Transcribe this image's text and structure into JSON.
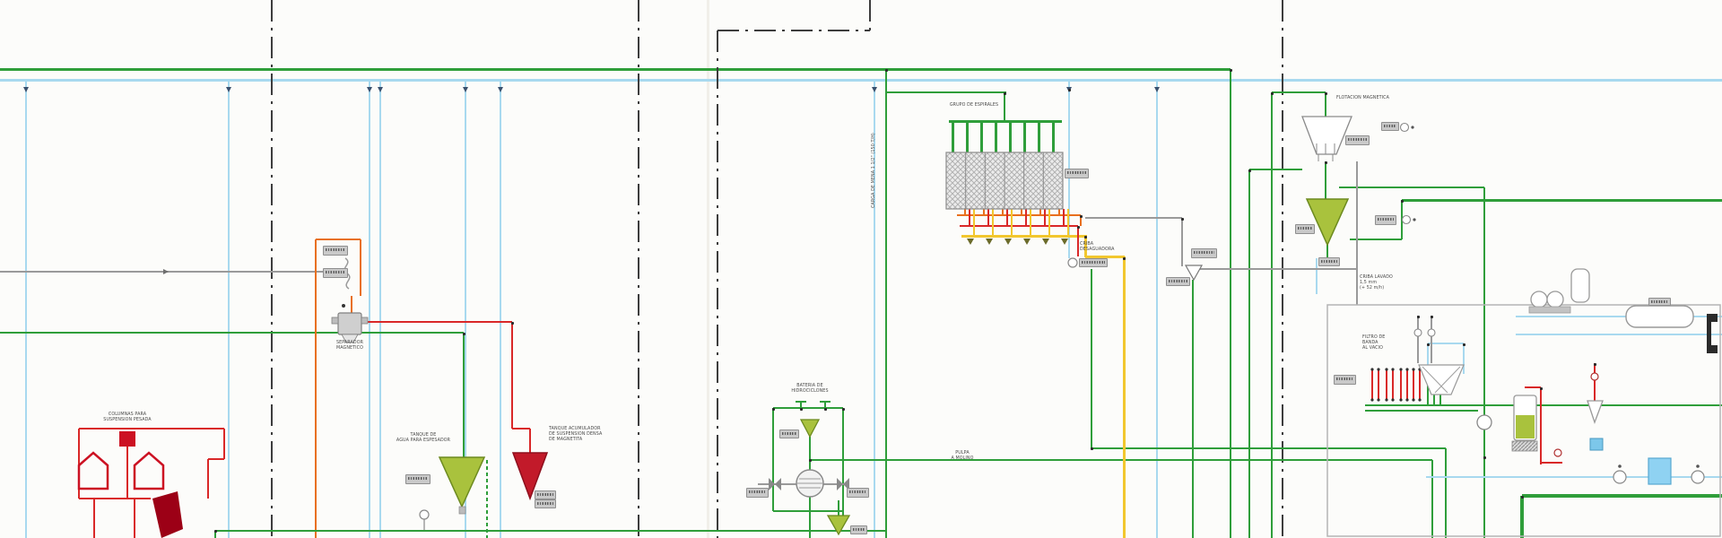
{
  "diagram": {
    "labels": {
      "grupo": "GRUPO DE ESPIRALES",
      "riser": "CARGA DE MENA  1 1/2\" (150 T/H)",
      "separador": "SEPARADOR\nMAGNETICO",
      "tanque_agua": "TANQUE DE\nAGUA PARA ESPESADOR",
      "tanque_acum": "TANQUE ACUMULADOR\nDE SUSPENSION DENSA\nDE MAGNETITA",
      "columnas": "COLUMNAS PARA\nSUSPENSION PESADA",
      "bateria": "BATERIA DE\nHIDROCICLONES",
      "flotacion": "FLOTACION MAGNETICA",
      "criba_lavado": "CRIBA LAVADO\n1,5 mm\n(+ 52 m/h)",
      "filtro": "FILTRO DE\nBANDA\nAL VACIO",
      "criba_desag": "CRIBA\nDESAGUADORA",
      "pulpa": "PULPA\nA MOLINO"
    },
    "colors": {
      "process_green": "#2f9e3a",
      "water_blue": "#a8d9ef",
      "middlings_orange": "#e8701e",
      "heavy_red": "#d92828",
      "tailings_yellow": "#f2c72e",
      "utility_gray": "#9a9a9a",
      "section_black": "#3d3d3d",
      "equipment_olive": "#a9c23d",
      "equipment_crimson": "#c21a2a"
    }
  }
}
